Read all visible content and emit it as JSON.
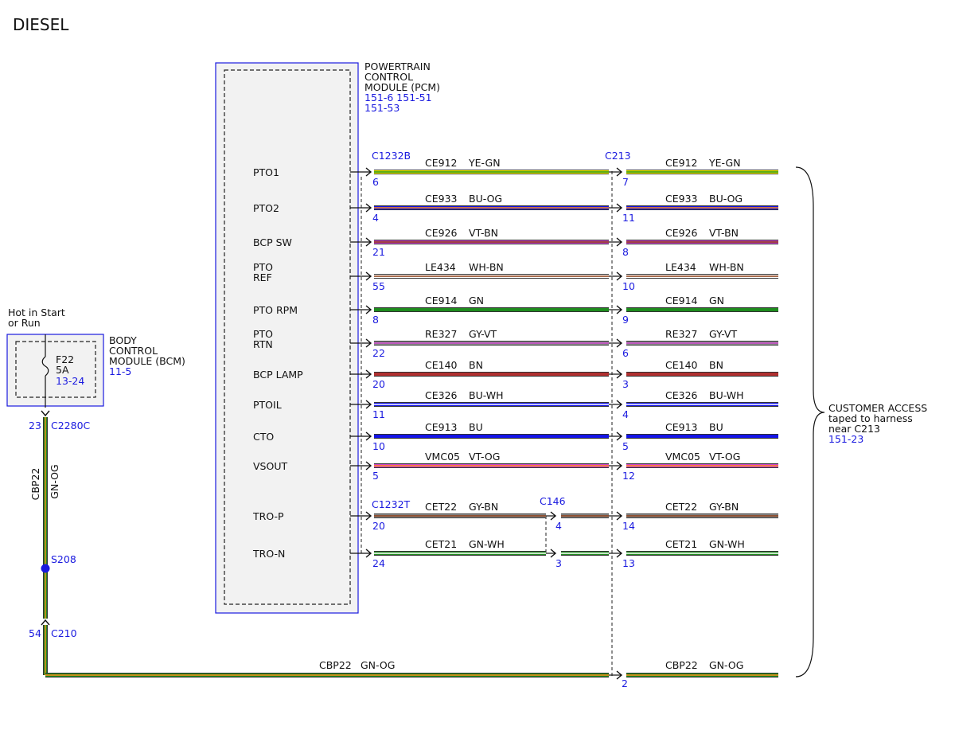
{
  "page_title": "DIESEL",
  "pcm": {
    "label_lines": [
      "POWERTRAIN",
      "CONTROL",
      "MODULE (PCM)"
    ],
    "refs": [
      "151-6  151-51",
      "151-53"
    ]
  },
  "bcm": {
    "hot_lines": [
      "Hot in Start",
      "or Run"
    ],
    "label_lines": [
      "BODY",
      "CONTROL",
      "MODULE (BCM)"
    ],
    "ref": "11-5",
    "fuse": {
      "name": "F22",
      "rating": "5A",
      "ref": "13-24"
    }
  },
  "connectors": {
    "c1232b": "C1232B",
    "c1232t": "C1232T",
    "c213": "C213",
    "c146": "C146",
    "c2280c": "C2280C",
    "c210": "C210",
    "s208": "S208"
  },
  "colors": {
    "YE": "#ffff00",
    "GN": "#1e8c1e",
    "BU": "#1414e6",
    "OG": "#ff8c1a",
    "VT": "#cc44cc",
    "BN": "#8c3c14",
    "WH": "#ffffff",
    "GY": "#909090",
    "dark_BN": "#b03030",
    "outline": "#333333",
    "blue_accent": "#1a1adf",
    "module_fill": "#f2f2f2"
  },
  "circuits": [
    {
      "pin_name": [
        "PTO1"
      ],
      "circuit": "CE912",
      "color": "YE-GN",
      "base": "YE",
      "stripe": "GN",
      "pin_pcm": "6",
      "pin_c213": "7"
    },
    {
      "pin_name": [
        "PTO2"
      ],
      "circuit": "CE933",
      "color": "BU-OG",
      "base": "BU",
      "stripe": "OG",
      "pin_pcm": "4",
      "pin_c213": "11"
    },
    {
      "pin_name": [
        "BCP SW"
      ],
      "circuit": "CE926",
      "color": "VT-BN",
      "base": "VT",
      "stripe": "BN",
      "pin_pcm": "21",
      "pin_c213": "8"
    },
    {
      "pin_name": [
        "PTO",
        "REF"
      ],
      "circuit": "LE434",
      "color": "WH-BN",
      "base": "WH",
      "stripe": "BN",
      "pin_pcm": "55",
      "pin_c213": "10"
    },
    {
      "pin_name": [
        "PTO RPM"
      ],
      "circuit": "CE914",
      "color": "GN",
      "base": "GN",
      "stripe": "",
      "pin_pcm": "8",
      "pin_c213": "9"
    },
    {
      "pin_name": [
        "PTO",
        "RTN"
      ],
      "circuit": "RE327",
      "color": "GY-VT",
      "base": "GY",
      "stripe": "VT",
      "pin_pcm": "22",
      "pin_c213": "6"
    },
    {
      "pin_name": [
        "BCP LAMP"
      ],
      "circuit": "CE140",
      "color": "BN",
      "base": "dark_BN",
      "stripe": "",
      "pin_pcm": "20",
      "pin_c213": "3"
    },
    {
      "pin_name": [
        "PTOIL"
      ],
      "circuit": "CE326",
      "color": "BU-WH",
      "base": "BU",
      "stripe": "WH",
      "pin_pcm": "11",
      "pin_c213": "4"
    },
    {
      "pin_name": [
        "CTO"
      ],
      "circuit": "CE913",
      "color": "BU",
      "base": "BU",
      "stripe": "",
      "pin_pcm": "10",
      "pin_c213": "5"
    },
    {
      "pin_name": [
        "VSOUT"
      ],
      "circuit": "VMC05",
      "color": "VT-OG",
      "base": "VT",
      "stripe": "OG",
      "pin_pcm": "5",
      "pin_c213": "12"
    },
    {
      "pin_name": [
        "TRO-P"
      ],
      "circuit": "CET22",
      "color": "GY-BN",
      "base": "GY",
      "stripe": "BN",
      "pin_pcm": "20",
      "pin_c146": "4",
      "pin_c213": "14"
    },
    {
      "pin_name": [
        "TRO-N"
      ],
      "circuit": "CET21",
      "color": "GN-WH",
      "base": "GN",
      "stripe": "WH",
      "pin_pcm": "24",
      "pin_c146": "3",
      "pin_c213": "13"
    }
  ],
  "feed": {
    "circuit": "CBP22",
    "color": "GN-OG",
    "base": "GN",
    "stripe": "OG",
    "pin_c2280c": "23",
    "pin_c210": "54",
    "pin_c213": "2"
  },
  "customer_access": {
    "lines": [
      "CUSTOMER ACCESS",
      "taped to harness",
      "near C213"
    ],
    "ref": "151-23"
  }
}
